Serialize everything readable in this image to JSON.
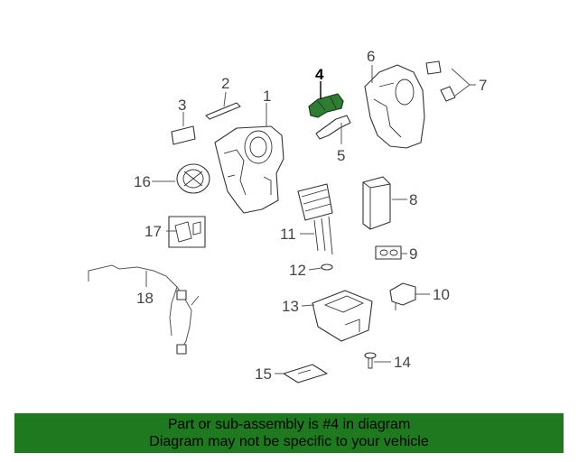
{
  "diagram": {
    "highlighted_part": "4",
    "highlight_color": "#2e7d32",
    "callouts": [
      "1",
      "2",
      "3",
      "4",
      "5",
      "6",
      "7",
      "8",
      "9",
      "10",
      "11",
      "12",
      "13",
      "14",
      "15",
      "16",
      "17",
      "18"
    ]
  },
  "banner": {
    "line1": "Part or sub-assembly is #4 in diagram",
    "line2": "Diagram may not be specific to your vehicle",
    "background": "#1f7a1f"
  }
}
